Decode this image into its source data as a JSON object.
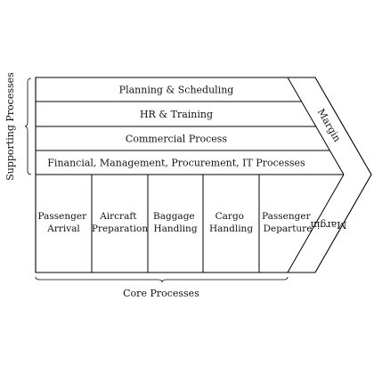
{
  "supporting_processes": {
    "label": "Supporting Processes",
    "bands": [
      "Planning & Scheduling",
      "HR & Training",
      "Commercial Process",
      "Financial, Management, Procurement, IT Processes"
    ]
  },
  "core_processes": {
    "label": "Core Processes",
    "steps": [
      [
        "Passenger",
        "Arrival"
      ],
      [
        "Aircraft",
        "Preparation"
      ],
      [
        "Baggage",
        "Handling"
      ],
      [
        "Cargo",
        "Handling"
      ],
      [
        "Passenger",
        "Departure"
      ]
    ]
  },
  "margin": {
    "upper_label": "Margin",
    "lower_label": "Margin"
  }
}
